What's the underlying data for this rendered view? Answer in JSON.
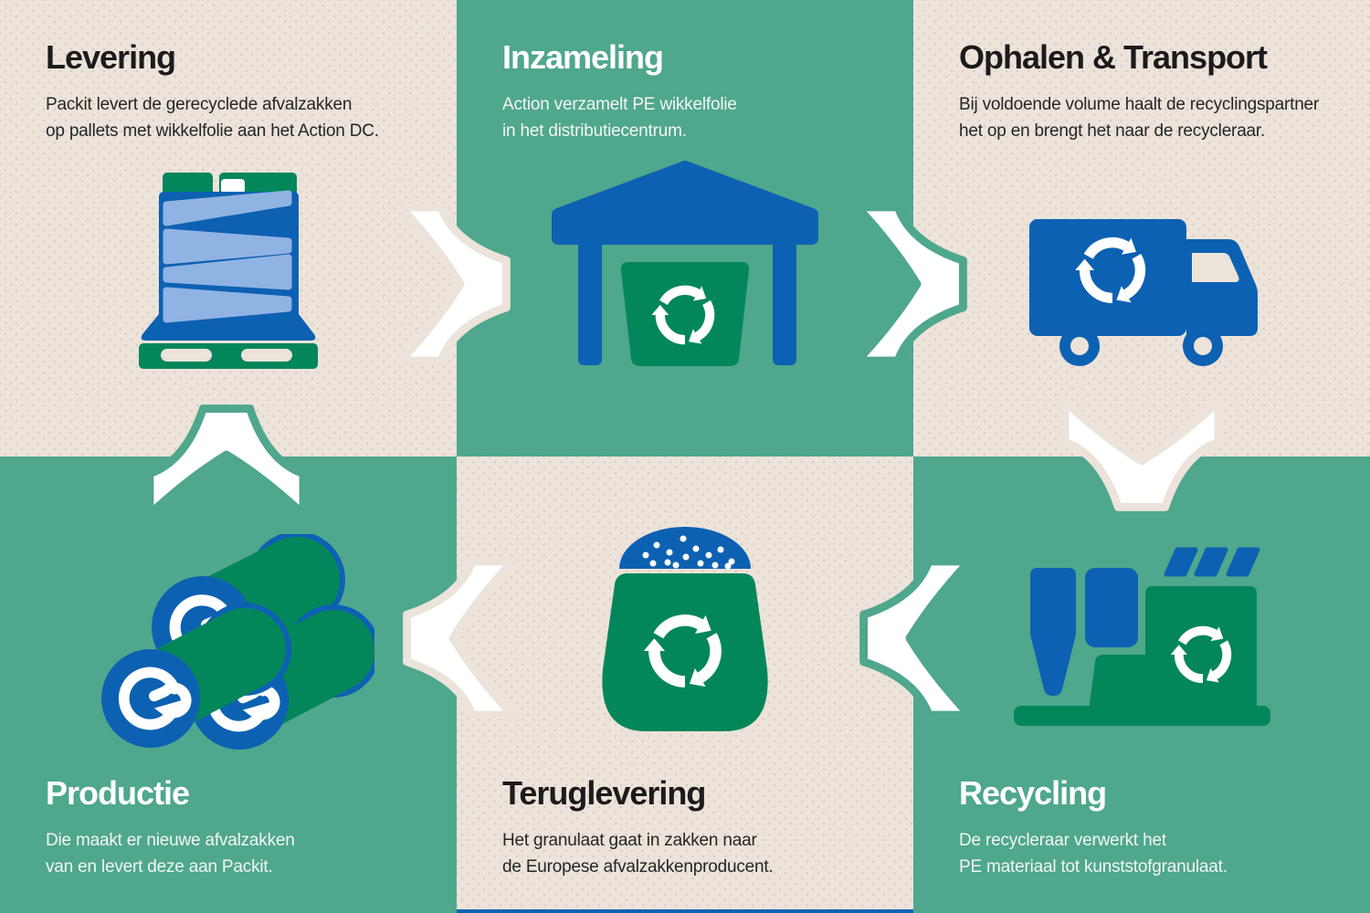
{
  "colors": {
    "beige": "#ECE3DA",
    "green": "#4FA78D",
    "dark-green": "#04865B",
    "blue": "#0D61B2",
    "light-blue": "#8FB3E2",
    "white": "#FFFFFF",
    "text-dark": "#1B1B1B"
  },
  "sections": [
    {
      "id": "levering",
      "title": "Levering",
      "line1": "Packit levert de gerecyclede afvalzakken",
      "line2": "op pallets met wikkelfolie aan het Action DC.",
      "icon": "pallet-icon"
    },
    {
      "id": "inzameling",
      "title": "Inzameling",
      "line1": "Action verzamelt PE wikkelfolie",
      "line2": "in het distributiecentrum.",
      "icon": "warehouse-icon"
    },
    {
      "id": "ophalen-transport",
      "title": "Ophalen & Transport",
      "line1": "Bij voldoende volume haalt de recyclingspartner",
      "line2": "het op en brengt het naar de recycleraar.",
      "icon": "truck-icon"
    },
    {
      "id": "productie",
      "title": "Productie",
      "line1": "Die maakt er nieuwe afvalzakken",
      "line2": "van en levert deze aan Packit.",
      "icon": "film-rolls-icon"
    },
    {
      "id": "teruglevering",
      "title": "Teruglevering",
      "line1": "Het granulaat gaat in zakken naar",
      "line2": "de Europese afvalzakkenproducent.",
      "icon": "granulate-bag-icon"
    },
    {
      "id": "recycling",
      "title": "Recycling",
      "line1": "De recycleraar verwerkt het",
      "line2": "PE materiaal tot kunststofgranulaat.",
      "icon": "factory-icon"
    }
  ]
}
